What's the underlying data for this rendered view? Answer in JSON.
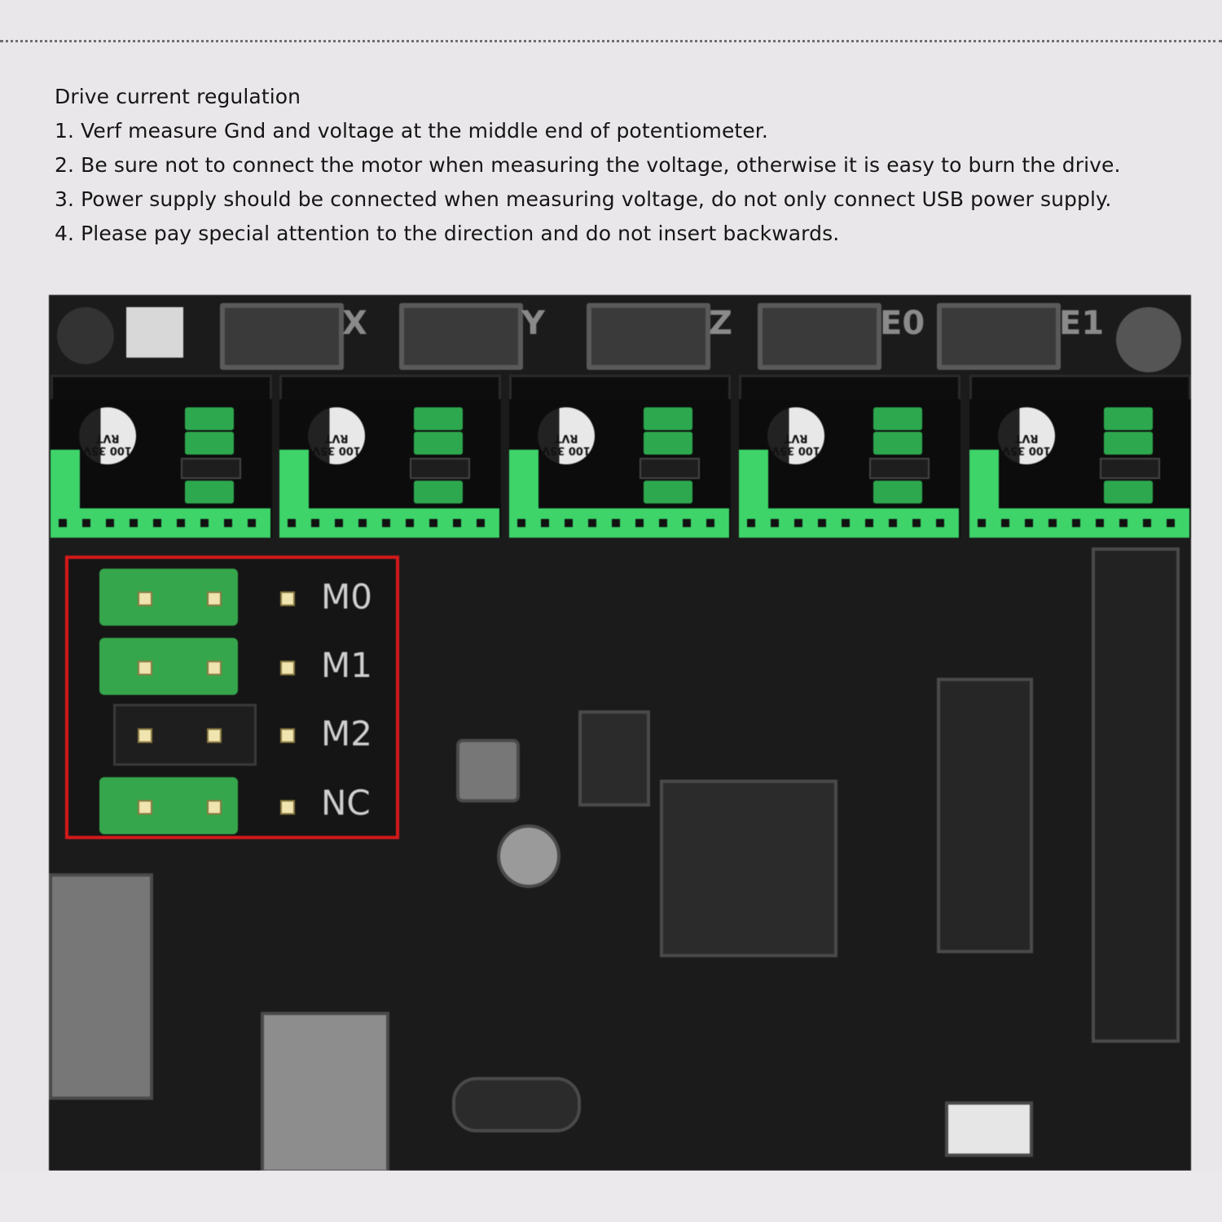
{
  "instructions": {
    "title": "Drive current regulation",
    "items": [
      "1. Verf measure Gnd and voltage at the middle end of potentiometer.",
      "2. Be sure not to connect the motor when measuring the voltage, otherwise it is easy to burn the drive.",
      "3. Power supply should be connected when measuring voltage, do not only connect USB power supply.",
      "4. Please pay special attention to the direction and do not insert backwards."
    ]
  },
  "board": {
    "axis_labels": [
      "X",
      "Y",
      "Z",
      "E0",
      "E1"
    ],
    "capacitor_text": "100 35V RVT",
    "inset_labels": [
      "M0",
      "M1",
      "M2",
      "NC"
    ],
    "highlight_color": "#d7191b",
    "connector_green": "#3ed46a"
  }
}
